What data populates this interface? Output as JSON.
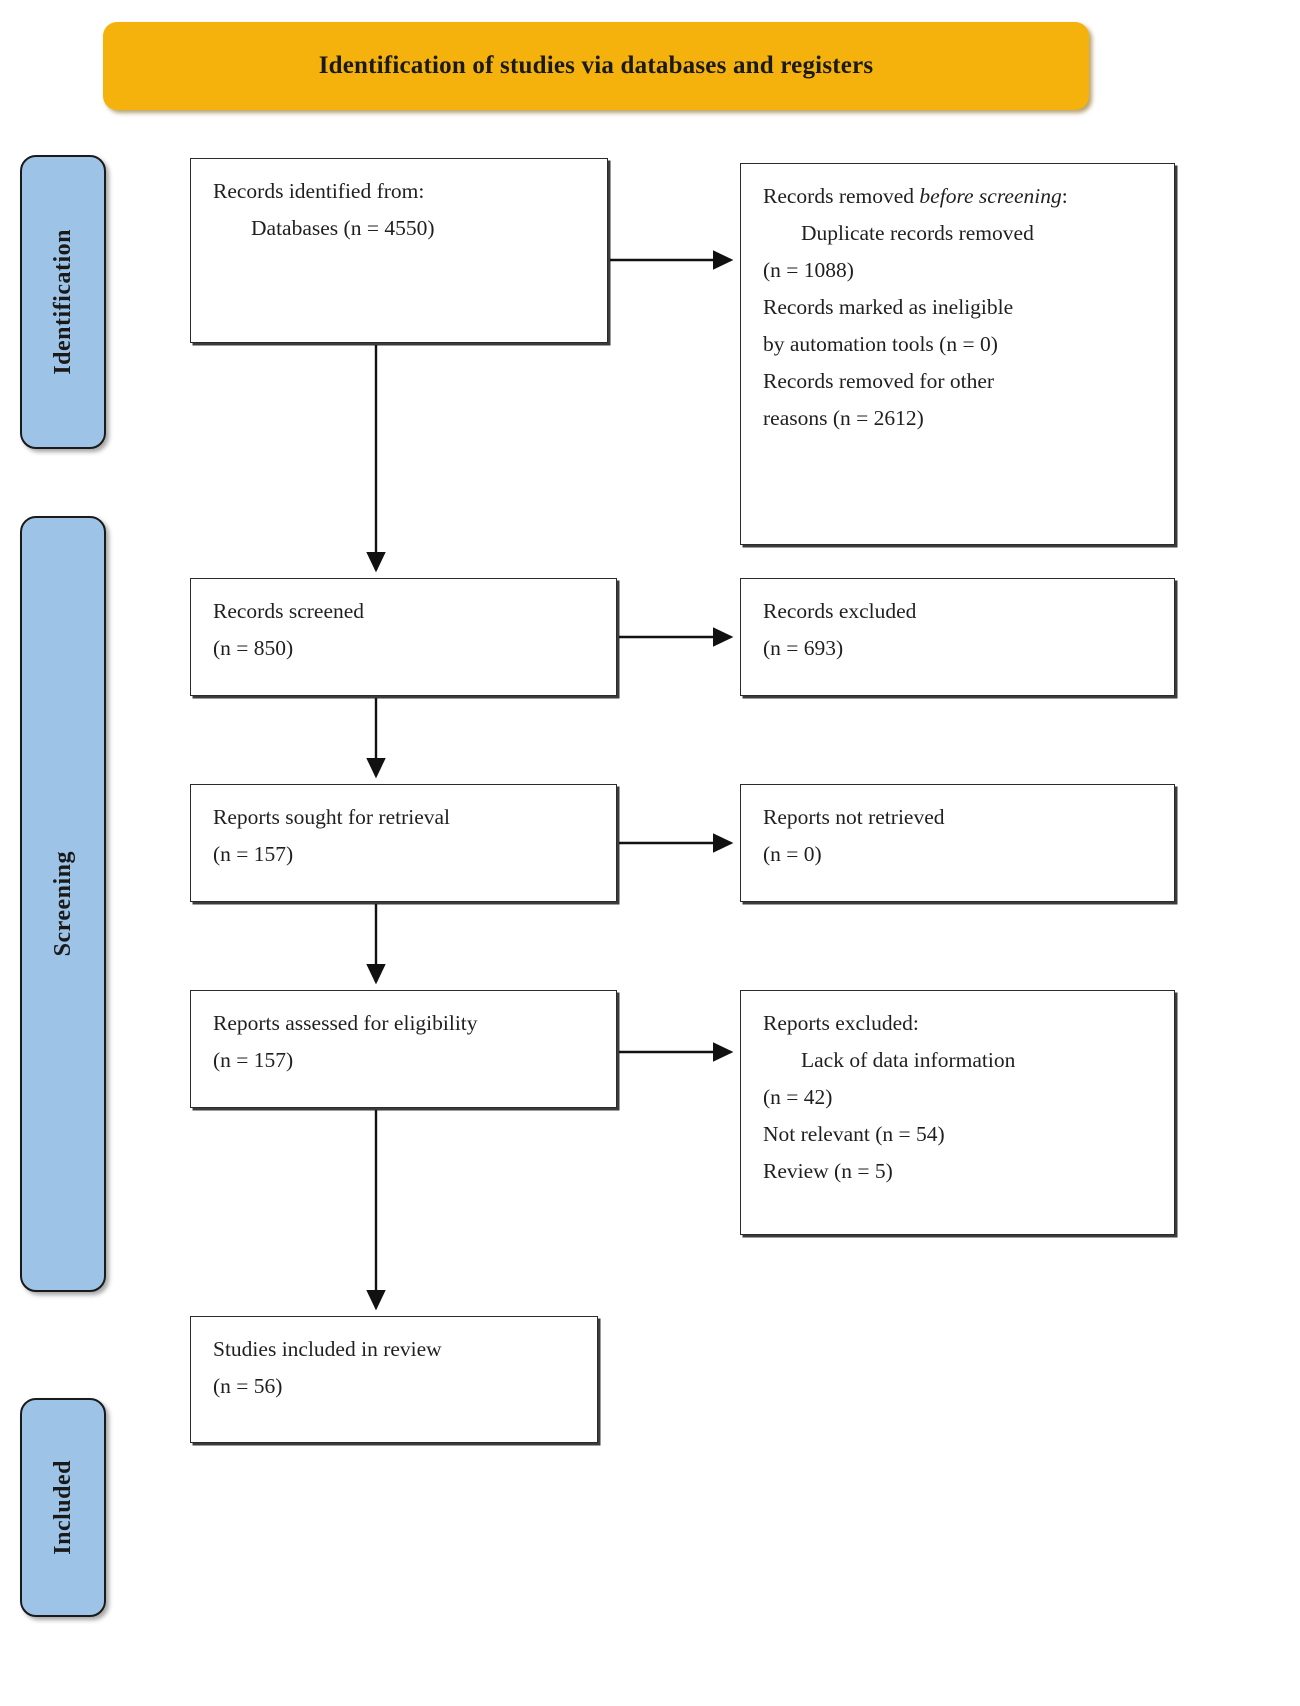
{
  "header": {
    "title": "Identification of studies via databases and registers",
    "color": "#F5B20D"
  },
  "stages": [
    {
      "key": "identification",
      "label": "Identification"
    },
    {
      "key": "screening",
      "label": "Screening"
    },
    {
      "key": "included",
      "label": "Included"
    }
  ],
  "stage_color": "#9DC3E6",
  "boxes": {
    "identified": {
      "line1": "Records identified from:",
      "line2": "Databases (n = 4550)"
    },
    "removed": {
      "heading_plain": "Records removed ",
      "heading_italic": "before screening",
      "heading_tail": ":",
      "item1": "Duplicate records removed",
      "item1_count": "(n = 1088)",
      "item2": "Records marked as ineligible",
      "item2_count": "by automation tools (n = 0)",
      "item3": "Records removed for other",
      "item3_count": "reasons (n = 2612)"
    },
    "screened": {
      "line1": "Records screened",
      "line2": "(n = 850)"
    },
    "excluded_records": {
      "line1": "Records excluded",
      "line2": "(n = 693)"
    },
    "sought": {
      "line1": "Reports sought for retrieval",
      "line2": "(n = 157)"
    },
    "not_retrieved": {
      "line1": "Reports not retrieved",
      "line2": "(n = 0)"
    },
    "assessed": {
      "line1": "Reports assessed for eligibility",
      "line2": "(n = 157)"
    },
    "excluded_reports": {
      "heading": "Reports excluded:",
      "item1": "Lack of data information",
      "item1_count": "(n = 42)",
      "item2": "Not relevant (n = 54)",
      "item3": "Review (n = 5)"
    },
    "included": {
      "line1": "Studies included in review",
      "line2": "(n = 56)"
    }
  },
  "chart_data": {
    "type": "diagram",
    "diagram_kind": "prisma-2020-flow",
    "title": "Identification of studies via databases and registers",
    "nodes": [
      {
        "id": "identified",
        "stage": "Identification",
        "column": "left",
        "label": "Records identified from: Databases",
        "n": 4550
      },
      {
        "id": "removed",
        "stage": "Identification",
        "column": "right",
        "label": "Records removed before screening",
        "n": null
      },
      {
        "id": "duplicates",
        "stage": "Identification",
        "column": "right",
        "label": "Duplicate records removed",
        "n": 1088
      },
      {
        "id": "ineligible_auto",
        "stage": "Identification",
        "column": "right",
        "label": "Records marked as ineligible by automation tools",
        "n": 0
      },
      {
        "id": "removed_other",
        "stage": "Identification",
        "column": "right",
        "label": "Records removed for other reasons",
        "n": 2612
      },
      {
        "id": "screened",
        "stage": "Screening",
        "column": "left",
        "label": "Records screened",
        "n": 850
      },
      {
        "id": "excluded_records",
        "stage": "Screening",
        "column": "right",
        "label": "Records excluded",
        "n": 693
      },
      {
        "id": "sought",
        "stage": "Screening",
        "column": "left",
        "label": "Reports sought for retrieval",
        "n": 157
      },
      {
        "id": "not_retrieved",
        "stage": "Screening",
        "column": "right",
        "label": "Reports not retrieved",
        "n": 0
      },
      {
        "id": "assessed",
        "stage": "Screening",
        "column": "left",
        "label": "Reports assessed for eligibility",
        "n": 157
      },
      {
        "id": "excluded_reports",
        "stage": "Screening",
        "column": "right",
        "label": "Reports excluded",
        "n": null
      },
      {
        "id": "lack_of_data",
        "stage": "Screening",
        "column": "right",
        "label": "Lack of data information",
        "n": 42
      },
      {
        "id": "not_relevant",
        "stage": "Screening",
        "column": "right",
        "label": "Not relevant",
        "n": 54
      },
      {
        "id": "review",
        "stage": "Screening",
        "column": "right",
        "label": "Review",
        "n": 5
      },
      {
        "id": "included",
        "stage": "Included",
        "column": "left",
        "label": "Studies included in review",
        "n": 56
      }
    ],
    "edges": [
      {
        "from": "identified",
        "to": "removed",
        "direction": "right"
      },
      {
        "from": "identified",
        "to": "screened",
        "direction": "down"
      },
      {
        "from": "screened",
        "to": "excluded_records",
        "direction": "right"
      },
      {
        "from": "screened",
        "to": "sought",
        "direction": "down"
      },
      {
        "from": "sought",
        "to": "not_retrieved",
        "direction": "right"
      },
      {
        "from": "sought",
        "to": "assessed",
        "direction": "down"
      },
      {
        "from": "assessed",
        "to": "excluded_reports",
        "direction": "right"
      },
      {
        "from": "assessed",
        "to": "included",
        "direction": "down"
      }
    ]
  }
}
